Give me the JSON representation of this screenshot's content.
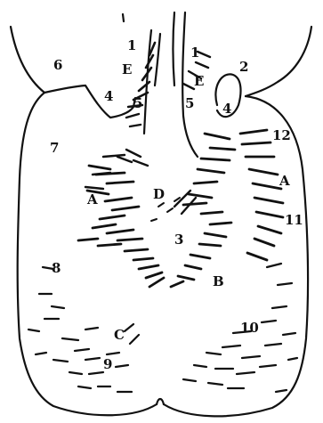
{
  "labels": {
    "l1_left": "1",
    "l1_right": "1",
    "l2": "2",
    "l3": "3",
    "l4_left": "4",
    "l4_right": "4",
    "l5_left": "5",
    "l5_right": "5",
    "l6": "6",
    "l7": "7",
    "l8": "8",
    "l9": "9",
    "l10": "10",
    "l11": "11",
    "l12": "12",
    "e_left": "E",
    "e_right": "E",
    "a_left": "A",
    "a_right": "A",
    "b": "B",
    "c": "C",
    "d": "D"
  },
  "colors": {
    "ink": "#111111",
    "paper": "#ffffff"
  }
}
